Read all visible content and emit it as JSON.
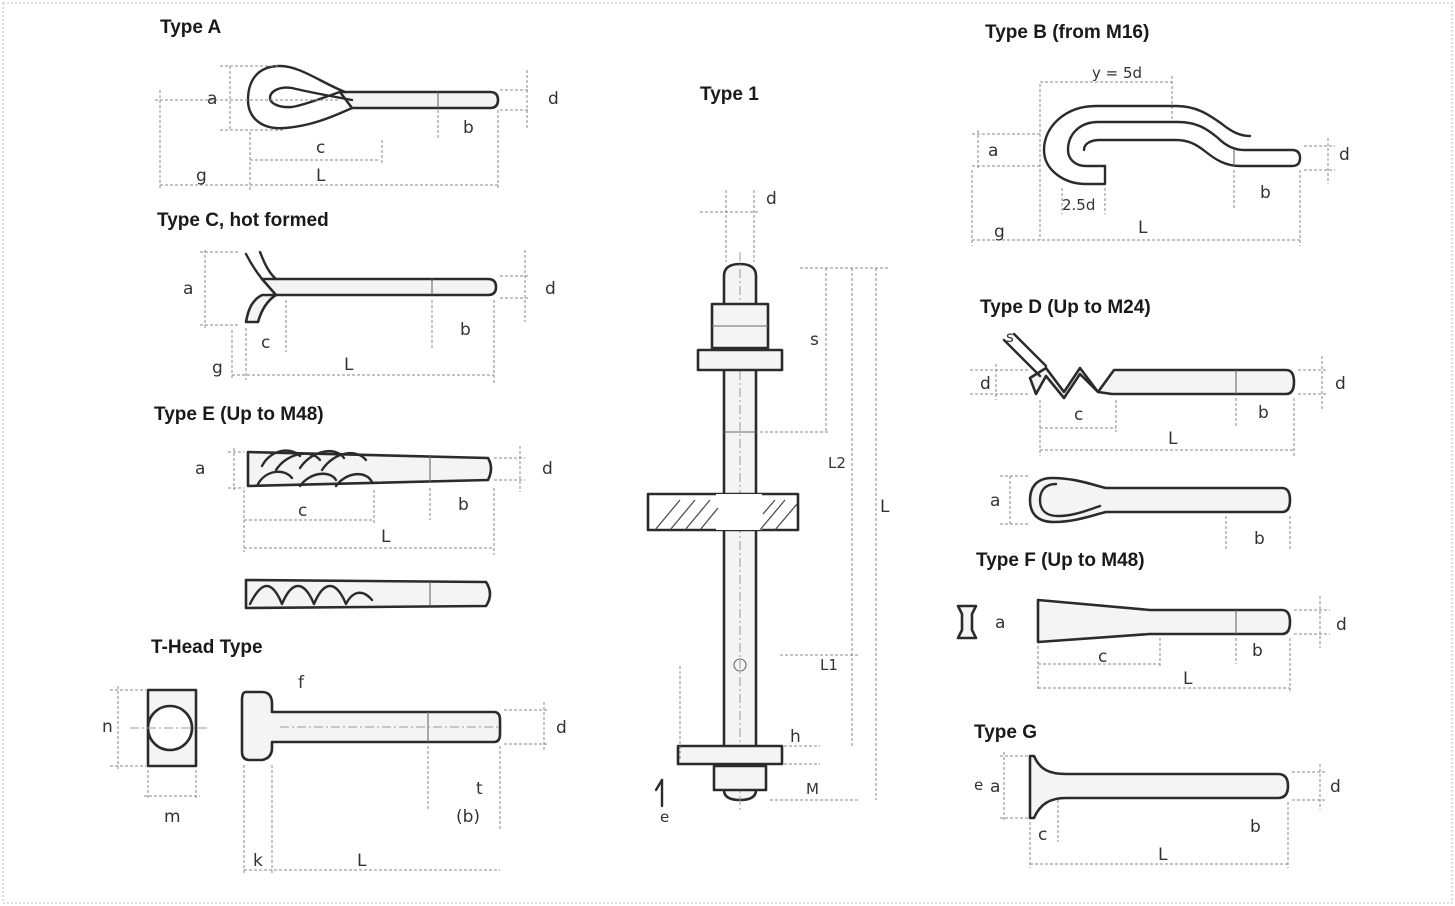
{
  "titles": {
    "type_a": "Type A",
    "type_c": "Type C, hot formed",
    "type_e": "Type E (Up to M48)",
    "t_head": "T-Head Type",
    "type_1": "Type 1",
    "type_b": "Type B (from M16)",
    "type_d": "Type D (Up to M24)",
    "type_f": "Type F (Up to M48)",
    "type_g": "Type G"
  },
  "labels": {
    "a": "a",
    "b": "b",
    "c": "c",
    "d": "d",
    "g": "g",
    "L": "L",
    "L1": "L1",
    "L2": "L2",
    "s": "s",
    "h": "h",
    "n": "n",
    "m": "m",
    "f": "f",
    "t": "t",
    "k": "k",
    "b_paren": "(b)",
    "y_eq": "y = 5d",
    "two_5d": "2.5d",
    "M": "M",
    "e": "e"
  }
}
